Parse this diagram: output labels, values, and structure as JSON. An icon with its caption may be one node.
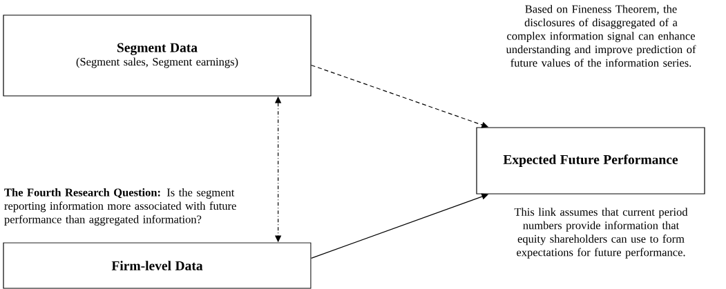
{
  "diagram": {
    "nodes": [
      {
        "text": [
          "Segment Data",
          "(Segment sales, Segment earnings)"
        ]
      },
      {
        "text": [
          "Expected Future Performance"
        ]
      },
      {
        "text": [
          "Firm-level Data"
        ]
      }
    ],
    "edges": [
      {
        "from": 0,
        "to": 1,
        "arrow": "to",
        "style": "dashed"
      },
      {
        "from": 0,
        "to": 2,
        "arrow": "both",
        "style": "dashed"
      },
      {
        "from": 2,
        "to": 1,
        "arrow": "to"
      }
    ],
    "labels": [
      "Based on Fineness Theorem, the disclosures of disaggregated of a complex information signal can enhance understanding and improve prediction of future values of the information series.",
      "**The Fourth Research Question:** Is the segment reporting information more associated with future performance than aggregated information?",
      "This link assumes that current period numbers provide information that equity shareholders can use to form expectations for future performance."
    ]
  }
}
